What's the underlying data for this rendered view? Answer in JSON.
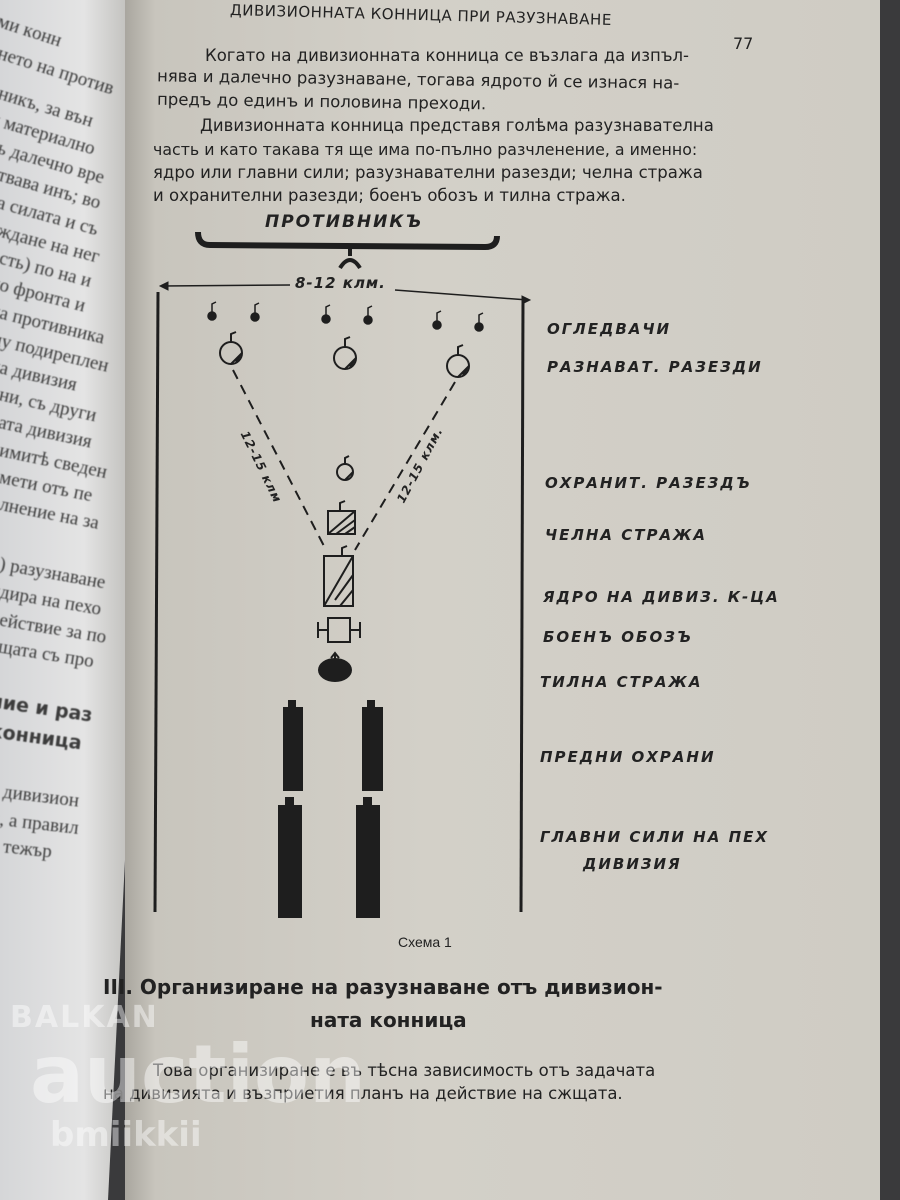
{
  "left_page": {
    "fragments": [
      "еми кoнн",
      "ането на против",
      "вникъ, за вън",
      "и материално",
      "ть далечно вре",
      "ствава инъ; во",
      "за силата и съ",
      "еждане на нег",
      "ъсть) по на и",
      "по фронта и",
      "на противника",
      "му подиреплен",
      "на дивизия",
      "лни, съ други ",
      "вата дивизия",
      "димитѣ сведен",
      "дмети отъ пе",
      "ълнение на за",
      "о) разузнаване",
      "ндира на пехо",
      "действие за по",
      "ещата съ про",
      "ние и раз",
      "конница",
      "а дивизион",
      "д, а правил",
      "е тежър"
    ]
  },
  "header": {
    "running_title": "ДИВИЗИОННАТА КОННИЦА ПРИ РАЗУЗНАВАНЕ",
    "page_number": "77"
  },
  "paragraphs": [
    [
      "Когато на дивизионната  конница се възлага да изпъл-",
      "нява и далечно разузнаване, тогава ядрото й се изнася на-",
      "предъ до единъ и половина преходи."
    ],
    [
      "Дивизионната конница представя голѣма разузнавателна",
      "часть и като такава тя ще има по-пълно разчленение, а именно:",
      "ядро или главни сили; разузнавателни разезди; челна стража",
      "и охранителни разезди; боенъ обозъ и тилна стража."
    ]
  ],
  "diagram": {
    "enemy_label": "ПРОТИВНИКЪ",
    "width_label": "8-12 клм.",
    "left_distance": "12-15 клм",
    "right_distance": "12-15 клм.",
    "labels": [
      "ОГЛЕДВАЧИ",
      "РАЗНАВАТ. РАЗЕЗДИ",
      "ОХРАНИТ. РАЗЕЗДЪ",
      "ЧЕЛНА СТРАЖА",
      "ЯДРО НА ДИВИЗ. К-ЦА",
      "БОЕНЪ ОБОЗЪ",
      "ТИЛНА СТРАЖА",
      "ПРЕДНИ ОХРАНИ",
      "ГЛАВНИ СИЛИ НА ПЕХ",
      "ДИВИЗИЯ"
    ],
    "caption": "Схема 1"
  },
  "section": {
    "heading_line1": "III. Организиране на разузнаване отъ дивизион-",
    "heading_line2": "ната конница",
    "text": [
      "Това организиране е въ тѣсна зависимость отъ задачата",
      "на дивизията и възприетия планъ на действие на сжщата."
    ]
  },
  "watermark": {
    "line1": "BALKAN",
    "line2": "auction",
    "line3": "bmiikkii"
  },
  "colors": {
    "page": "#d3d0c8",
    "ink": "#222222",
    "left_page": "#e4e4e4"
  }
}
